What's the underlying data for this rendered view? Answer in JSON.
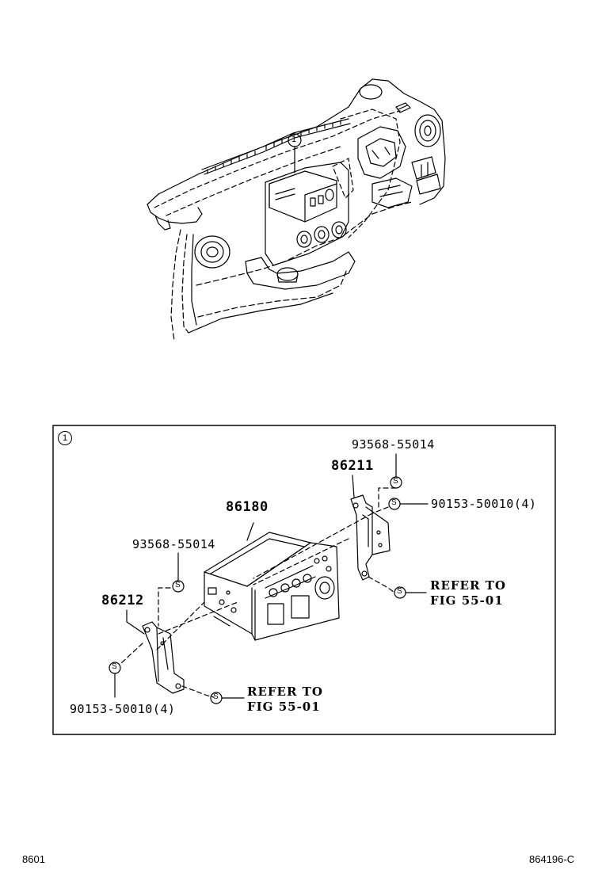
{
  "overview": {
    "callout": "1"
  },
  "detail": {
    "callout": "1",
    "labels": {
      "p93568_top": "93568-55014",
      "p86211": "86211",
      "p90153_right": "90153-50010(4)",
      "p86180": "86180",
      "p93568_left": "93568-55014",
      "refer_right_1": "REFER TO",
      "refer_right_2": "FIG 55-01",
      "p86212": "86212",
      "refer_bottom_1": "REFER TO",
      "refer_bottom_2": "FIG 55-01",
      "p90153_left": "90153-50010(4)"
    },
    "screw_symbol": "S"
  },
  "footer": {
    "left": "8601",
    "right": "864196-C"
  }
}
